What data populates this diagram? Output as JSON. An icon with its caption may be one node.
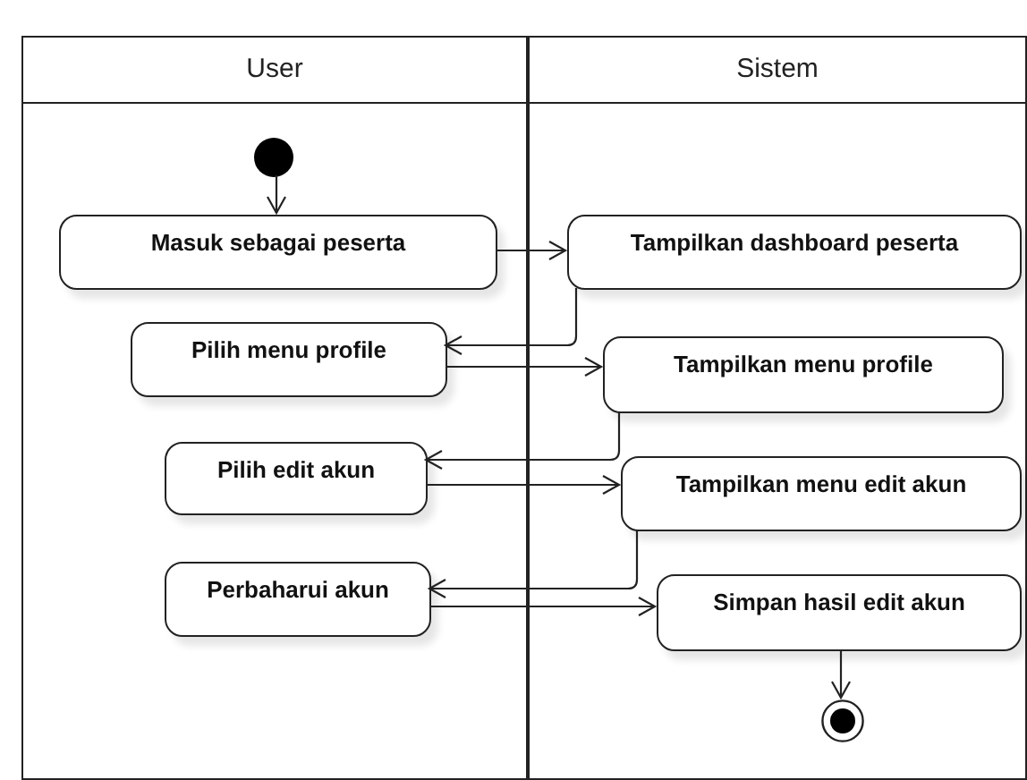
{
  "diagram": {
    "nodes": [
      {
        "text": [
          "User"
        ]
      },
      {
        "text": [
          "Sistem"
        ]
      },
      {
        "text": [],
        "shape": "circle",
        "in": 0
      },
      {
        "text": [
          "Masuk sebagai peserta"
        ],
        "in": 0
      },
      {
        "text": [
          "Tampilkan dashboard peserta"
        ],
        "in": 1
      },
      {
        "text": [
          "Pilih menu profile"
        ],
        "in": 0
      },
      {
        "text": [
          "Tampilkan menu profile"
        ],
        "in": 1
      },
      {
        "text": [
          "Pilih edit akun"
        ],
        "in": 0
      },
      {
        "text": [
          "Tampilkan menu edit akun"
        ],
        "in": 1
      },
      {
        "text": [
          "Perbaharui akun"
        ],
        "in": 0
      },
      {
        "text": [
          "Simpan hasil edit akun"
        ],
        "in": 1
      },
      {
        "text": [],
        "shape": "circle",
        "in": 1
      }
    ],
    "edges": [
      {
        "from": 2,
        "to": 3,
        "arrow": "to"
      },
      {
        "from": 3,
        "to": 4,
        "arrow": "to"
      },
      {
        "from": 4,
        "to": 5,
        "arrow": "to"
      },
      {
        "from": 5,
        "to": 6,
        "arrow": "to"
      },
      {
        "from": 6,
        "to": 7,
        "arrow": "to"
      },
      {
        "from": 7,
        "to": 8,
        "arrow": "to"
      },
      {
        "from": 8,
        "to": 9,
        "arrow": "to"
      },
      {
        "from": 9,
        "to": 10,
        "arrow": "to"
      },
      {
        "from": 10,
        "to": 11,
        "arrow": "to"
      }
    ]
  }
}
